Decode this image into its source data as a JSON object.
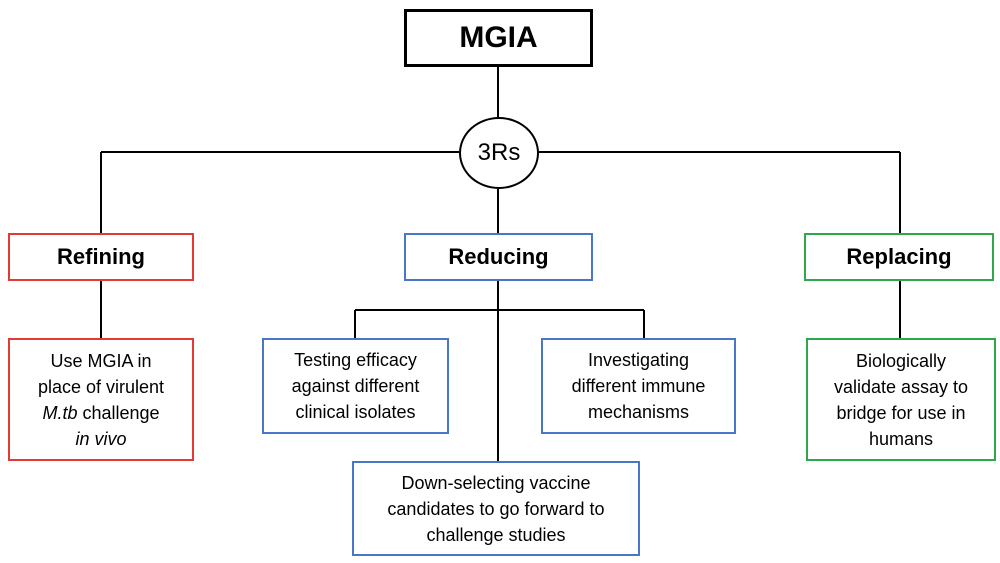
{
  "title": "MGIA",
  "hub": "3Rs",
  "colors": {
    "refining": "#e53935",
    "reducing": "#4a76c8",
    "replacing": "#2ea84a",
    "lines": "#000000"
  },
  "refining": {
    "label": "Refining",
    "item": {
      "line1": "Use MGIA in",
      "line2": "place of virulent",
      "line3": "M.tb",
      "line3_rest": " challenge",
      "line4": "in vivo"
    }
  },
  "reducing": {
    "label": "Reducing",
    "items": [
      {
        "line1": "Testing efficacy",
        "line2": "against different",
        "line3": "clinical isolates"
      },
      {
        "line1": "Investigating",
        "line2": "different immune",
        "line3": "mechanisms"
      },
      {
        "line1": "Down-selecting vaccine",
        "line2": "candidates to go forward to",
        "line3": "challenge studies"
      }
    ]
  },
  "replacing": {
    "label": "Replacing",
    "item": {
      "line1": "Biologically",
      "line2": "validate assay to",
      "line3": "bridge for use in",
      "line4": "humans"
    }
  }
}
